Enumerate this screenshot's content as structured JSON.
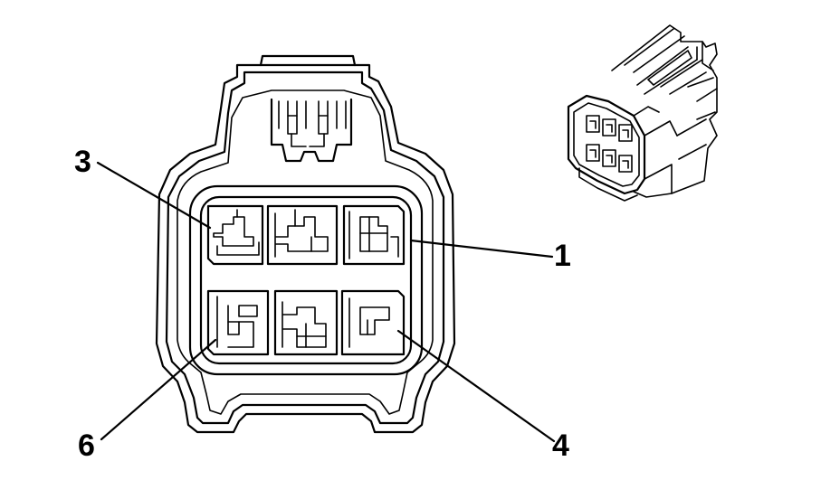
{
  "callouts": {
    "c1": "1",
    "c3": "3",
    "c4": "4",
    "c6": "6"
  },
  "colors": {
    "line": "#000000",
    "background": "#ffffff"
  }
}
